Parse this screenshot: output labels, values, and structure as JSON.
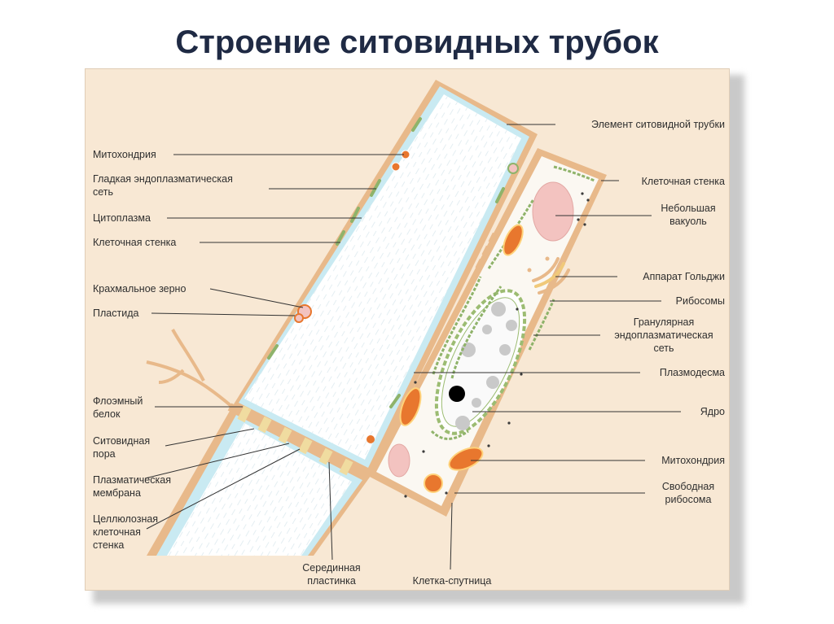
{
  "title": "Строение ситовидных трубок",
  "labels": {
    "left": {
      "mitochondria": "Митохондрия",
      "smooth_er": "Гладкая эндоплазматическая\nсеть",
      "cytoplasm": "Цитоплазма",
      "cell_wall": "Клеточная стенка",
      "starch": "Крахмальное зерно",
      "plastid": "Пластида",
      "phloem_protein": "Флоэмный\nбелок",
      "sieve_pore": "Ситовидная\nпора",
      "plasma_membrane": "Плазматическая\nмембрана",
      "cellulose_wall": "Целлюлозная\nклеточная\nстенка"
    },
    "right": {
      "sieve_element": "Элемент ситовидной трубки",
      "cell_wall": "Клеточная стенка",
      "small_vacuole": "Небольшая\nвакуоль",
      "golgi": "Аппарат Гольджи",
      "ribosomes": "Рибосомы",
      "granular_er": "Гранулярная\nэндоплазматическая\nсеть",
      "plasmodesma": "Плазмодесма",
      "nucleus": "Ядро",
      "mitochondria": "Митохондрия",
      "free_ribosome": "Свободная\nрибосома"
    },
    "bottom": {
      "middle_lamella": "Серединная\nпластинка",
      "companion_cell": "Клетка-спутница"
    }
  },
  "colors": {
    "panel_bg": "#f8e8d4",
    "wall": "#e8b98a",
    "cytoplasm": "#cdeaf0",
    "er": "#8fb36a",
    "mitochondria": "#e8772e",
    "vacuole": "#f3c3c0",
    "nucleus_outline": "#9cbc72"
  }
}
